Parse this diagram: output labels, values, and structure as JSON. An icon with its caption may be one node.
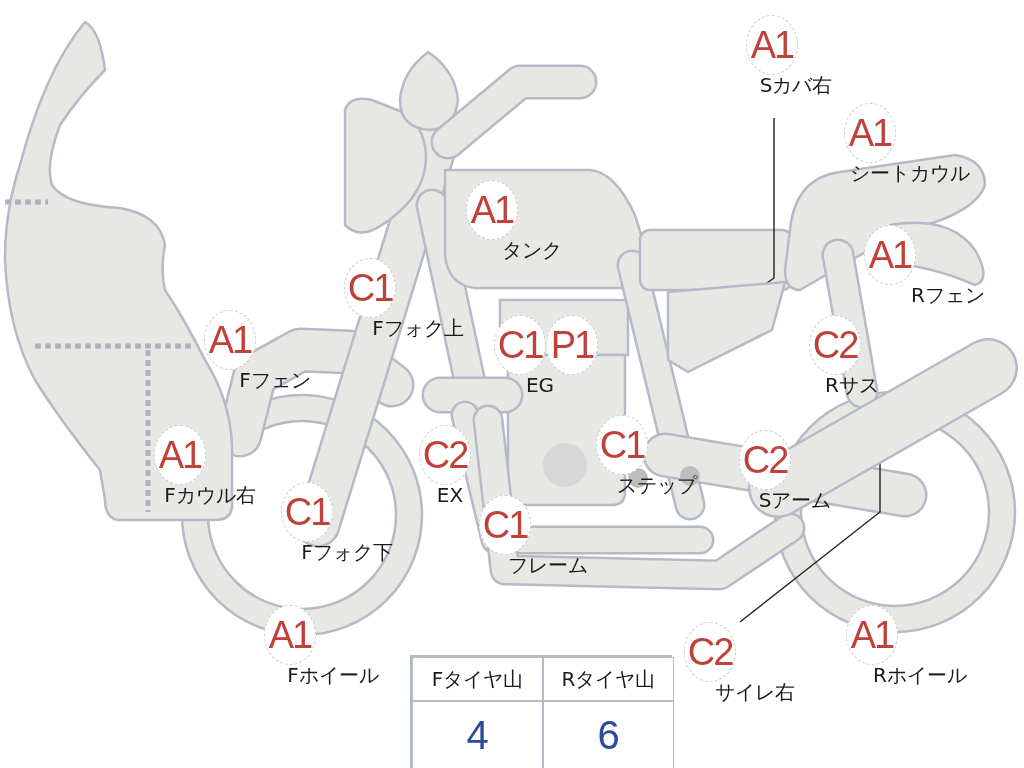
{
  "diagram": {
    "nodes": [
      {
        "text": [
          "A1"
        ],
        "beside": [
          "Sカバ右"
        ]
      },
      {
        "text": [
          "A1"
        ],
        "beside": [
          "シートカウル"
        ]
      },
      {
        "text": [
          "A1"
        ],
        "beside": [
          "タンク"
        ]
      },
      {
        "text": [
          "A1"
        ],
        "beside": [
          "Rフェン"
        ]
      },
      {
        "text": [
          "C1"
        ],
        "beside": [
          "Fフォク上"
        ]
      },
      {
        "text": [
          "A1"
        ],
        "beside": [
          "Fフェン"
        ]
      },
      {
        "text": [
          "C1"
        ],
        "beside": [
          "EG"
        ]
      },
      {
        "text": [
          "P1"
        ]
      },
      {
        "text": [
          "C2"
        ],
        "beside": [
          "Rサス"
        ]
      },
      {
        "text": [
          "C1"
        ],
        "beside": [
          "ステップ"
        ]
      },
      {
        "text": [
          "C2"
        ],
        "beside": [
          "EX"
        ]
      },
      {
        "text": [
          "A1"
        ],
        "beside": [
          "Fカウル右"
        ]
      },
      {
        "text": [
          "C2"
        ],
        "beside": [
          "Sアーム"
        ]
      },
      {
        "text": [
          "C1"
        ],
        "beside": [
          "Fフォク下"
        ]
      },
      {
        "text": [
          "C1"
        ],
        "beside": [
          "フレーム"
        ]
      },
      {
        "text": [
          "A1"
        ],
        "beside": [
          "Fホイール"
        ]
      },
      {
        "text": [
          "C2"
        ],
        "beside": [
          "サイレ右"
        ]
      },
      {
        "text": [
          "A1"
        ],
        "beside": [
          "Rホイール"
        ]
      },
      {
        "text": [],
        "shape": "box"
      },
      {
        "text": [],
        "shape": "bar"
      }
    ],
    "edges": [
      {
        "from": 0,
        "to": 18,
        "arrow": "none"
      },
      {
        "from": 16,
        "to": 19,
        "arrow": "none"
      }
    ],
    "labels": [
      "Fタイヤ山",
      "Rタイヤ山",
      "4",
      "6"
    ]
  }
}
